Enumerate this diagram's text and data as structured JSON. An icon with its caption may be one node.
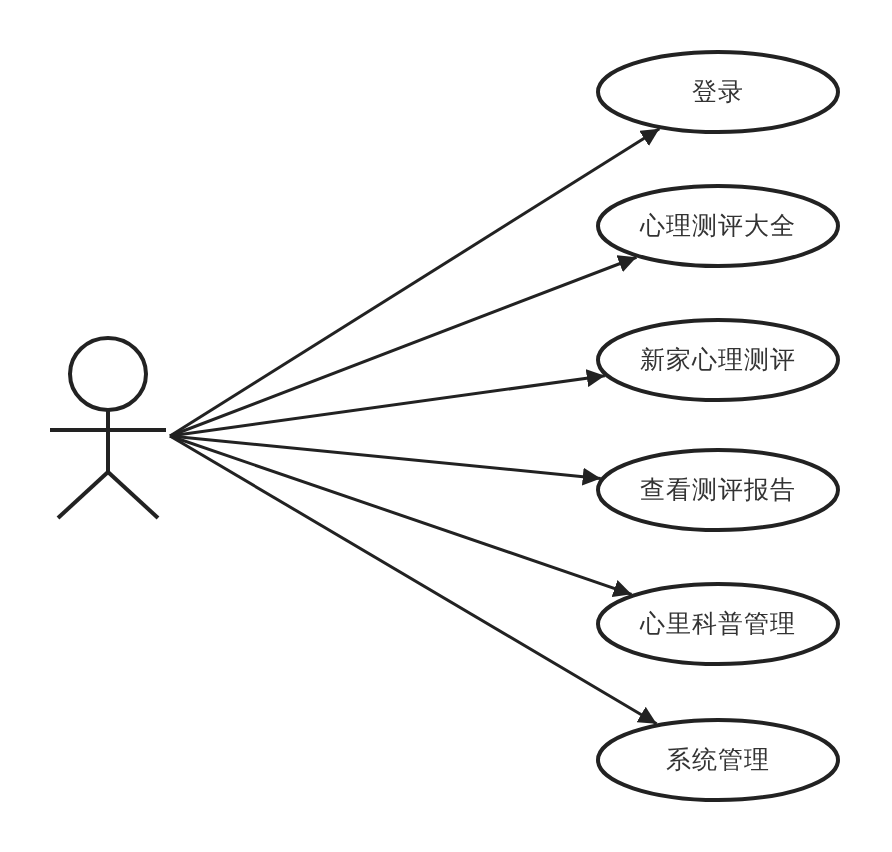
{
  "diagram": {
    "nodes": [
      {
        "text": [],
        "shape": "person"
      },
      {
        "text": [
          "登录"
        ]
      },
      {
        "text": [
          "心理测评大全"
        ]
      },
      {
        "text": [
          "新家心理测评"
        ]
      },
      {
        "text": [
          "查看测评报告"
        ]
      },
      {
        "text": [
          "心里科普管理"
        ]
      },
      {
        "text": [
          "系统管理"
        ]
      }
    ],
    "edges": [
      {
        "from": 0,
        "to": 1,
        "arrow": "to"
      },
      {
        "from": 0,
        "to": 2,
        "arrow": "to"
      },
      {
        "from": 0,
        "to": 3,
        "arrow": "to"
      },
      {
        "from": 0,
        "to": 4,
        "arrow": "to"
      },
      {
        "from": 0,
        "to": 5,
        "arrow": "to"
      },
      {
        "from": 0,
        "to": 6,
        "arrow": "to"
      }
    ]
  }
}
